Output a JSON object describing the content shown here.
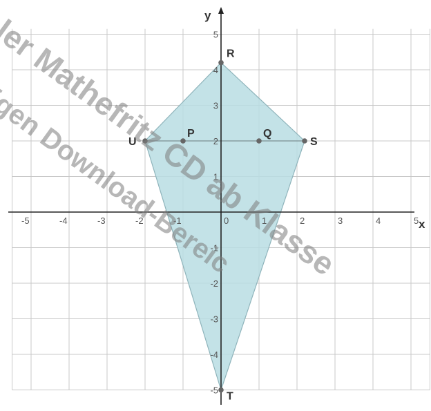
{
  "figure": {
    "grid": true,
    "x_range": [
      -5.5,
      5.5
    ],
    "y_range": [
      -5,
      5
    ],
    "x_ticks": [
      -5,
      -4,
      -3,
      -2,
      -1,
      0,
      1,
      2,
      3,
      4,
      5
    ],
    "y_ticks": [
      5,
      4,
      3,
      2,
      1,
      -1,
      -2,
      -3,
      -4,
      -5
    ],
    "axis_labels": {
      "x": "x",
      "y": "y"
    },
    "colors": {
      "grid": "#c8c8c8",
      "axis": "#222222",
      "polygon_fill": "#b9dde3",
      "polygon_stroke": "#8fb4bb",
      "point": "#666666"
    },
    "kite": [
      "R",
      "S",
      "T",
      "U"
    ],
    "diagonal": [
      "U",
      "S"
    ],
    "points": [
      {
        "label": "R",
        "x": 0,
        "y": 4.2
      },
      {
        "label": "S",
        "x": 2.2,
        "y": 2
      },
      {
        "label": "T",
        "x": 0,
        "y": -5
      },
      {
        "label": "U",
        "x": -2,
        "y": 2
      },
      {
        "label": "P",
        "x": -1,
        "y": 2
      },
      {
        "label": "Q",
        "x": 1,
        "y": 2
      }
    ]
  },
  "watermark": {
    "color": "#9a9a9a",
    "lines": [
      "ler Mathefritz CD ab Klasse",
      "igen Download-Bereic"
    ]
  }
}
